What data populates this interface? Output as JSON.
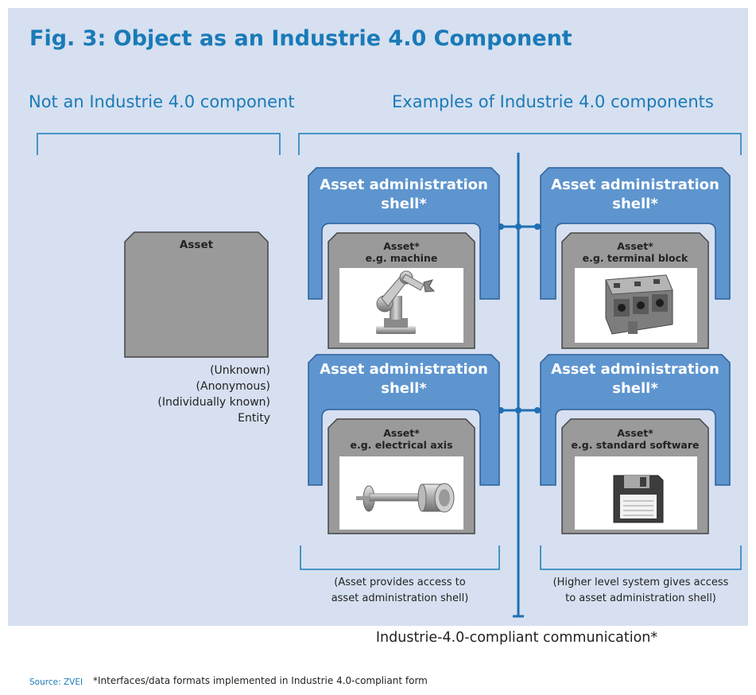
{
  "title": "Fig. 3: Object as an Industrie 4.0 Component",
  "left_heading": "Not an Industrie 4.0 component",
  "right_heading": "Examples of Industrie 4.0 components",
  "standalone_asset": {
    "label": "Asset",
    "entity_lines": [
      "(Unknown)",
      "(Anonymous)",
      "(Individually known)",
      "Entity"
    ]
  },
  "components": [
    {
      "shell_line1": "Asset administration",
      "shell_line2": "shell*",
      "asset_line1": "Asset*",
      "asset_line2": "e.g. machine",
      "icon": "robot-arm-icon"
    },
    {
      "shell_line1": "Asset administration",
      "shell_line2": "shell*",
      "asset_line1": "Asset*",
      "asset_line2": "e.g. terminal block",
      "icon": "terminal-block-icon"
    },
    {
      "shell_line1": "Asset administration",
      "shell_line2": "shell*",
      "asset_line1": "Asset*",
      "asset_line2": "e.g. electrical axis",
      "icon": "electrical-axis-icon"
    },
    {
      "shell_line1": "Asset administration",
      "shell_line2": "shell*",
      "asset_line1": "Asset*",
      "asset_line2": "e.g. standard software",
      "icon": "floppy-disk-icon"
    }
  ],
  "notes": {
    "left_line1": "(Asset provides access to",
    "left_line2": "asset administration shell)",
    "right_line1": "(Higher level system gives access",
    "right_line2": "to asset administration shell)"
  },
  "communication_label": "Industrie-4.0-compliant communication*",
  "source": "Source: ZVEI",
  "footnote": "*Interfaces/data formats implemented in Industrie 4.0-compliant form",
  "colors": {
    "background": "#d6e0f0",
    "accent_blue": "#1a7ab8",
    "shell_fill": "#5e95cf",
    "shell_stroke": "#2c5f9a",
    "asset_gray": "#9a9a9a",
    "bus_blue": "#1f6fb5"
  }
}
